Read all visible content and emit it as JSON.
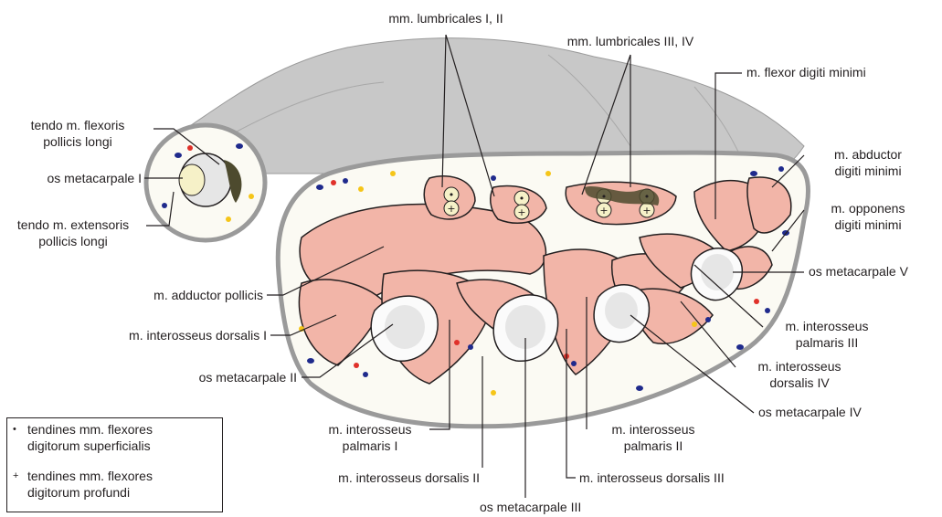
{
  "labels": {
    "lumbricales_1_2": "mm. lumbricales I, II",
    "lumbricales_3_4": "mm. lumbricales III, IV",
    "flexor_digiti_minimi": "m. flexor digiti minimi",
    "abductor_digiti_minimi": [
      "m. abductor",
      "digiti minimi"
    ],
    "opponens_digiti_minimi": [
      "m. opponens",
      "digiti minimi"
    ],
    "os_metacarpale_v": "os metacarpale V",
    "interosseus_palmaris_iii": [
      "m. interosseus",
      "palmaris III"
    ],
    "interosseus_dorsalis_iv": [
      "m. interosseus",
      "dorsalis IV"
    ],
    "os_metacarpale_iv": "os metacarpale IV",
    "interosseus_palmaris_ii": [
      "m. interosseus",
      "palmaris II"
    ],
    "interosseus_dorsalis_iii": "m. interosseus dorsalis III",
    "os_metacarpale_iii": "os metacarpale III",
    "interosseus_dorsalis_ii": "m. interosseus dorsalis II",
    "interosseus_palmaris_i": [
      "m. interosseus",
      "palmaris I"
    ],
    "os_metacarpale_ii": "os metacarpale II",
    "interosseus_dorsalis_i": "m. interosseus dorsalis I",
    "adductor_pollicis": "m. adductor pollicis",
    "tendo_extensoris": [
      "tendo m. extensoris",
      "pollicis longi"
    ],
    "os_metacarpale_i": "os metacarpale I",
    "tendo_flexoris": [
      "tendo m. flexoris",
      "pollicis longi"
    ]
  },
  "legend": [
    {
      "symbol": "•",
      "lines": [
        "tendines mm. flexores",
        "digitorum superficialis"
      ]
    },
    {
      "symbol": "+",
      "lines": [
        "tendines mm. flexores",
        "digitorum profundi"
      ]
    }
  ],
  "colors": {
    "muscle": "#f2b5a8",
    "muscle_stroke": "#c9877a",
    "skin": "#c8c8c8",
    "bone": "#e6e6e6",
    "tendon_dark": "#4d4a2e",
    "vein": "#1f2a8c",
    "artery": "#e0312a",
    "fat": "#f5c518",
    "tissue": "#fbfaf3",
    "line": "#231f20"
  }
}
